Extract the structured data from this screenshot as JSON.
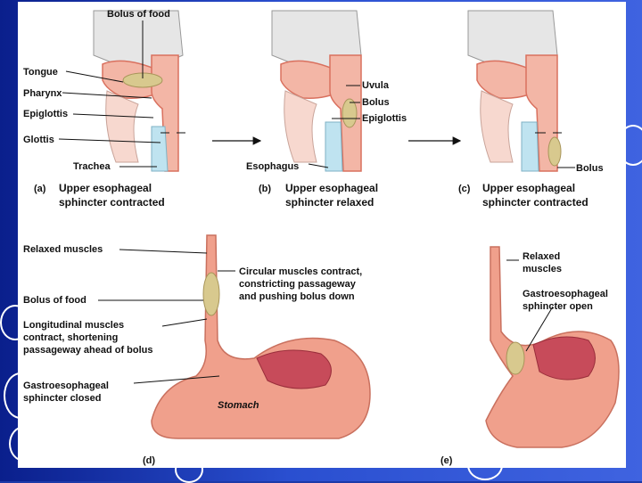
{
  "labels": {
    "bolus_of_food_top": "Bolus of food",
    "tongue": "Tongue",
    "pharynx": "Pharynx",
    "epiglottis_a": "Epiglottis",
    "glottis": "Glottis",
    "trachea": "Trachea",
    "esophagus": "Esophagus",
    "uvula": "Uvula",
    "bolus_b": "Bolus",
    "epiglottis_b": "Epiglottis",
    "bolus_c": "Bolus",
    "relaxed_muscles_d": "Relaxed muscles",
    "circular_1": "Circular muscles contract,",
    "circular_2": "constricting passageway",
    "circular_3": "and pushing bolus down",
    "bolus_of_food_d": "Bolus of food",
    "longitudinal_1": "Longitudinal muscles",
    "longitudinal_2": "contract, shortening",
    "longitudinal_3": "passageway ahead of bolus",
    "gastro_closed_1": "Gastroesophageal",
    "gastro_closed_2": "sphincter closed",
    "stomach": "Stomach",
    "relaxed_muscles_e_1": "Relaxed",
    "relaxed_muscles_e_2": "muscles",
    "gastro_open_1": "Gastroesophageal",
    "gastro_open_2": "sphincter open"
  },
  "captions": {
    "a_letter": "(a)",
    "a_line1": "Upper esophageal",
    "a_line2": "sphincter contracted",
    "b_letter": "(b)",
    "b_line1": "Upper esophageal",
    "b_line2": "sphincter relaxed",
    "c_letter": "(c)",
    "c_line1": "Upper esophageal",
    "c_line2": "sphincter contracted",
    "d_letter": "(d)",
    "e_letter": "(e)"
  },
  "colors": {
    "tissue": "#f3b6a6",
    "tissue_dark": "#d9705e",
    "muscle": "#e8897a",
    "bolus": "#d8c98e",
    "bone": "#e6e6e6",
    "cartilage": "#bfe3f0",
    "stomach": "#f0a08c",
    "stomach_inner": "#c74b5a"
  }
}
